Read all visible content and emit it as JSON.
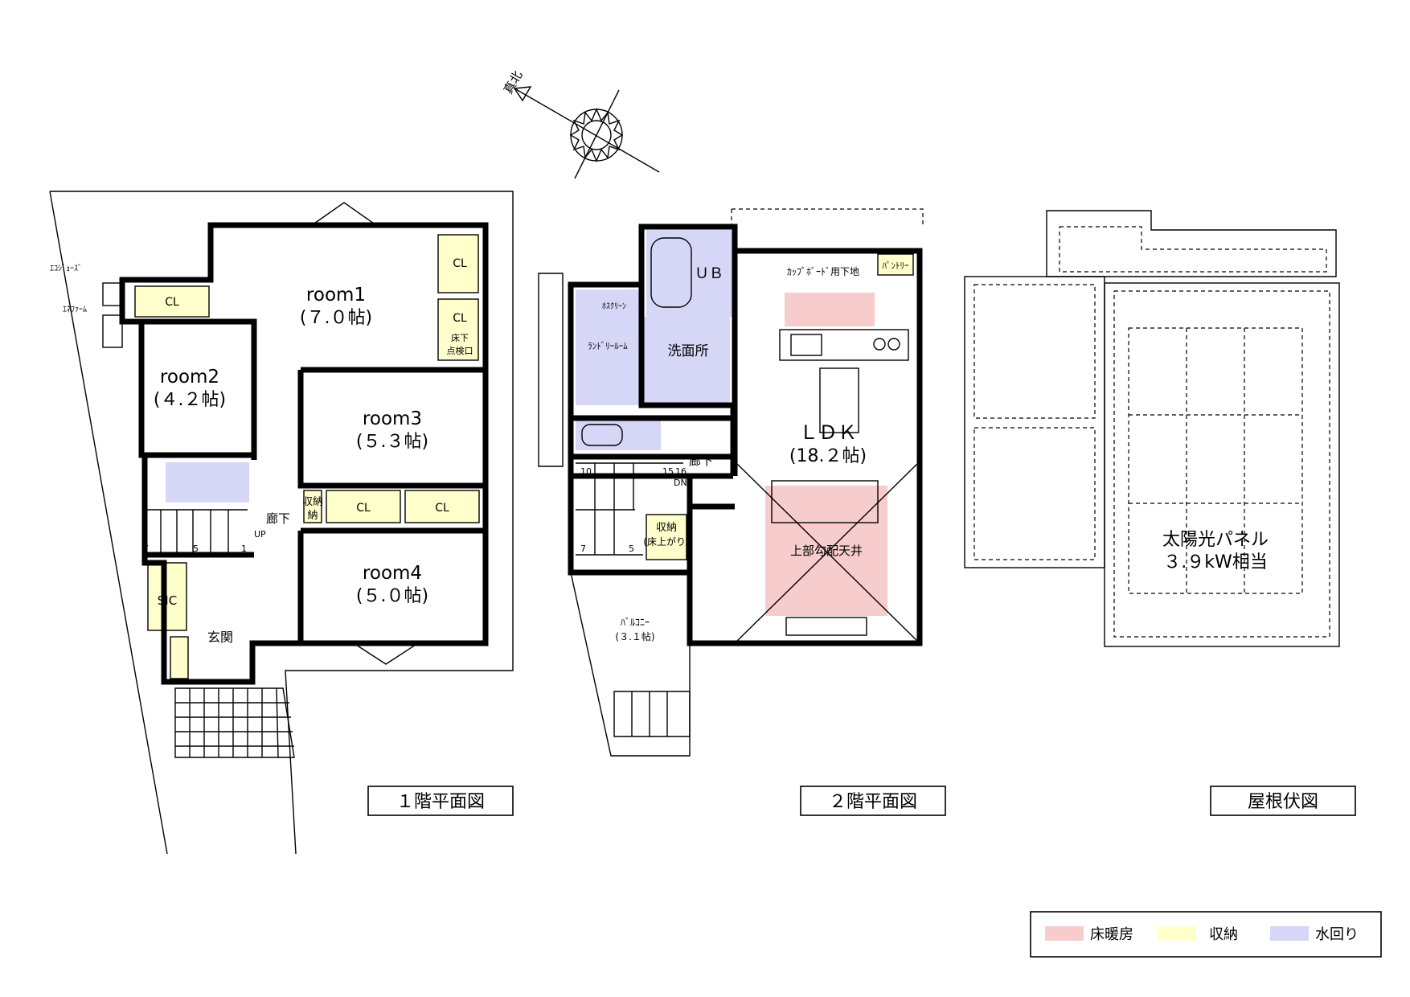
{
  "compass": {
    "north_label": "真北"
  },
  "floor1": {
    "title": "１階平面図",
    "rooms": {
      "room1": "room1",
      "room1_size": "(７.０帖)",
      "room2": "room2",
      "room2_size": "(４.２帖)",
      "room3": "room3",
      "room3_size": "(５.３帖)",
      "room4": "room4",
      "room4_size": "(５.０帖)",
      "corridor": "廊下",
      "storage": "収納",
      "storage2": "納",
      "sic": "SIC",
      "entrance": "玄関",
      "cl": "CL",
      "inspection_1": "床下",
      "inspection_2": "点検口",
      "ecojoze": "ｴｺｼﾞｮｰｽﾞ",
      "enefarm": "ｴﾈﾌｧｰﾑ",
      "up": "UP",
      "step7": "7",
      "step5": "5",
      "step1": "1"
    }
  },
  "floor2": {
    "title": "２階平面図",
    "rooms": {
      "ldk": "ＬＤＫ",
      "ldk_size": "(18.２帖)",
      "ub": "ＵＢ",
      "washroom": "洗面所",
      "laundry": "ﾗﾝﾄﾞﾘｰﾙｰﾑ",
      "hosclean": "ﾎｽｸﾘｰﾝ",
      "cupboard": "ｶｯﾌﾟﾎﾞｰﾄﾞ用下地",
      "pantry": "ﾊﾟﾝﾄﾘｰ",
      "corridor": "廊下",
      "storage_1": "収納",
      "storage_2": "(床上がり)",
      "balcony": "ﾊﾞﾙｺﾆｰ",
      "balcony_size": "(３.１帖)",
      "ceiling": "上部勾配天井",
      "dn": "DN",
      "step10": "10",
      "step15": "15",
      "step16": "16",
      "step7": "7",
      "step5": "5"
    }
  },
  "roof": {
    "title": "屋根伏図",
    "solar_1": "太陽光パネル",
    "solar_2": "３.９kW相当"
  },
  "legend": [
    {
      "label": "床暖房",
      "color": "#f7cccc"
    },
    {
      "label": "収納",
      "color": "#ffffcc"
    },
    {
      "label": "水回り",
      "color": "#d6d6f7"
    }
  ]
}
